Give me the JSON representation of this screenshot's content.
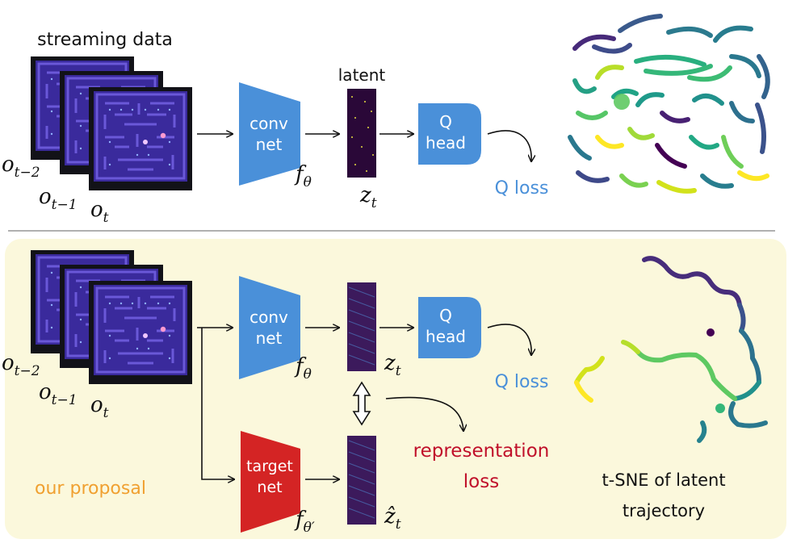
{
  "top": {
    "streaming_label": "streaming data",
    "latent_label": "latent",
    "obs": {
      "o_base": "o",
      "sub_t2": "t−2",
      "sub_t1": "t−1",
      "sub_t": "t"
    },
    "conv": {
      "line1": "conv",
      "line2": "net",
      "f_base": "f",
      "f_sub": "θ"
    },
    "z": {
      "base": "z",
      "sub": "t"
    },
    "qhead": {
      "line1": "Q",
      "line2": "head"
    },
    "qloss": "Q loss"
  },
  "bottom": {
    "obs": {
      "o_base": "o",
      "sub_t2": "t−2",
      "sub_t1": "t−1",
      "sub_t": "t"
    },
    "conv": {
      "line1": "conv",
      "line2": "net",
      "f_base": "f",
      "f_sub": "θ"
    },
    "z": {
      "base": "z",
      "sub": "t"
    },
    "zhat": {
      "base": "ẑ",
      "sub": "t"
    },
    "qhead": {
      "line1": "Q",
      "line2": "head"
    },
    "qloss": "Q loss",
    "target": {
      "line1": "target",
      "line2": "net",
      "f_base": "f",
      "f_sub": "θ′"
    },
    "rep_loss": {
      "line1": "representation",
      "line2": "loss"
    },
    "proposal": "our proposal",
    "tsne": {
      "line1": "t-SNE of latent",
      "line2": "trajectory"
    }
  },
  "colors": {
    "conv_blue": "#4a90d9",
    "qhead_blue": "#4a90d9",
    "qloss_text": "#4a90d9",
    "target_red": "#d42424",
    "rep_loss_text": "#c0102a",
    "proposal_text": "#f0a030",
    "panel_bg": "#fbf8dc",
    "divider": "#b0b0b0",
    "game_bg": "#3a2a9c",
    "game_wall": "#6a58d8",
    "latent_bg": "#2a0838"
  },
  "icons": [
    "game-frame-icon",
    "latent-map-icon",
    "double-arrow-icon",
    "tsne-scatter-icon"
  ]
}
